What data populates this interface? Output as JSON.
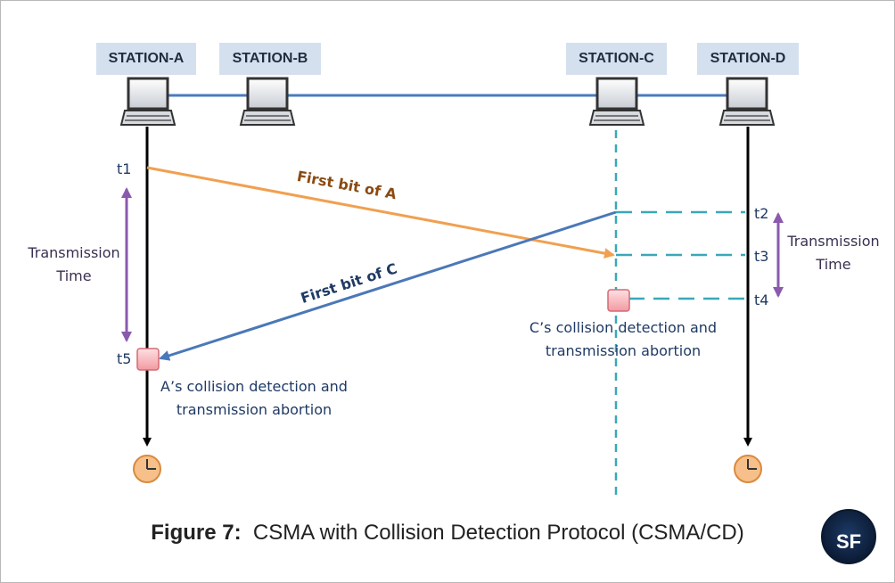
{
  "stations": [
    {
      "name": "STATION-A"
    },
    {
      "name": "STATION-B"
    },
    {
      "name": "STATION-C"
    },
    {
      "name": "STATION-D"
    }
  ],
  "times": {
    "t1": "t1",
    "t2": "t2",
    "t3": "t3",
    "t4": "t4",
    "t5": "t5"
  },
  "arrows": {
    "first_bit_a": "First bit of A",
    "first_bit_c": "First bit of C"
  },
  "transmission_time": {
    "line1": "Transmission",
    "line2": "Time"
  },
  "collision_c": {
    "line1": "C’s collision detection and",
    "line2": "transmission abortion"
  },
  "collision_a": {
    "line1": "A’s collision detection and",
    "line2": "transmission abortion"
  },
  "caption": {
    "prefix": "Figure 7:",
    "text": "CSMA with Collision Detection Protocol (CSMA/CD)"
  },
  "logo": {
    "text": "SF"
  },
  "colors": {
    "bus_line": "#4a7bbf",
    "frame_a_arrow": "#f0a050",
    "frame_c_arrow": "#4a78b8",
    "dashed_line": "#3aa8b8",
    "transmission_arrow": "#8a5aae",
    "collision_box": "#f8b8bc",
    "clock": "#f7c08a"
  }
}
